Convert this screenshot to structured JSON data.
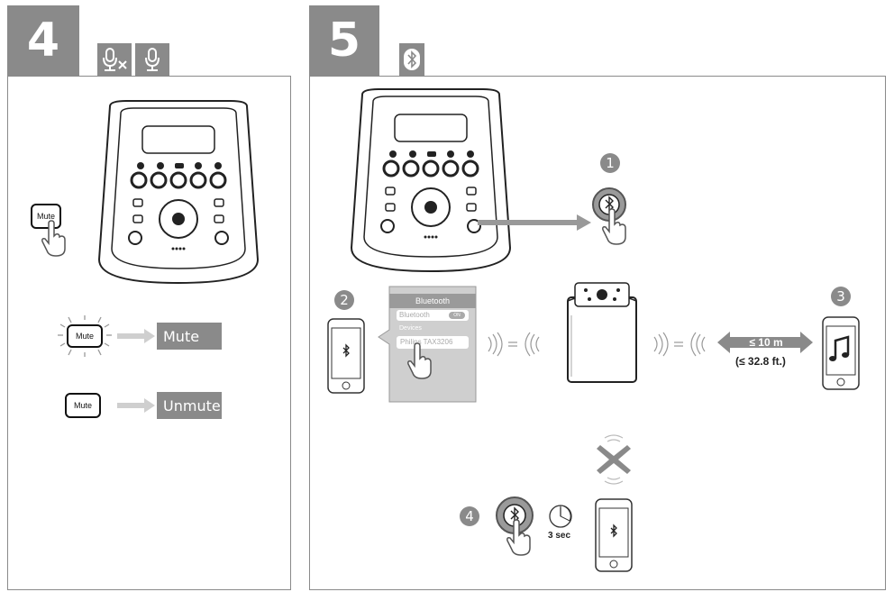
{
  "step4": {
    "number": "4",
    "mute_key": "Mute",
    "mute_result": "Mute",
    "unmute_key": "Mute",
    "unmute_result": "Unmute"
  },
  "step5": {
    "number": "5",
    "sub_step_1": "1",
    "sub_step_2": "2",
    "sub_step_3": "3",
    "sub_step_4": "4",
    "phone_screen_title": "Bluetooth",
    "phone_setting_label": "Bluetooth",
    "phone_toggle_state": "ON",
    "phone_devices_label": "Devices",
    "phone_device_name": "Philips TAX3206",
    "distance_metric": "≤ 10 m",
    "distance_imperial": "(≤ 32.8 ft.)",
    "hold_time": "3 sec"
  },
  "colors": {
    "panel_grey": "#8a8a8a",
    "arrow_grey": "#cfcfcf",
    "phone_screen_bg": "#cfcfcf"
  },
  "icons": [
    "mic-muted-icon",
    "mic-icon",
    "bluetooth-icon",
    "hand-pointer-icon",
    "timer-icon",
    "music-note-icon",
    "cross-icon",
    "signal-waves-icon"
  ]
}
